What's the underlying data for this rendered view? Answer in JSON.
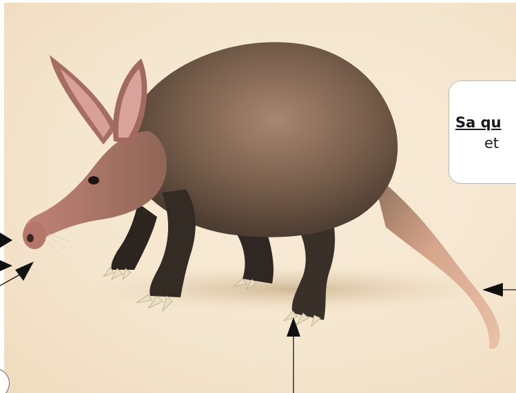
{
  "callout": {
    "line1": "Sa qu",
    "line2": "et"
  },
  "colors": {
    "background": "#f5e6cf",
    "fur": "#6e5645",
    "snout": "#b8786c",
    "legs": "#3a302a",
    "tail": "#d9a98f",
    "claws": "#e8dcc0",
    "arrow": "#111111",
    "callout_border": "#b8b8b8"
  },
  "illustration": {
    "subject": "aardvark-illustration"
  }
}
